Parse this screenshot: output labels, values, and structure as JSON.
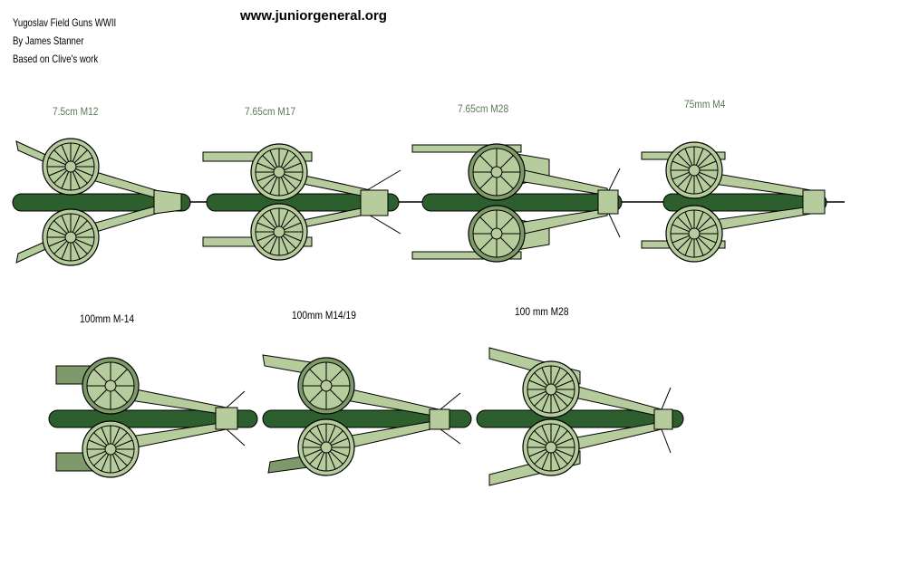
{
  "credits": [
    "Yugoslav Field Guns WWII",
    "By James Stanner",
    "Based on Clive's work"
  ],
  "site": "www.juniorgeneral.org",
  "row1_labels": [
    "7.5cm M12",
    "7.65cm M17",
    "7.65cm M28",
    "75mm M4"
  ],
  "row2_labels": [
    "100mm M-14",
    "100mm M14/19",
    "100 mm M28"
  ],
  "colors": {
    "base": "#2d5e2d",
    "gun": "#b6cc9c",
    "gun_dark": "#7e9a6a",
    "outline": "#000000",
    "label_row1": "#5a7a5a"
  }
}
